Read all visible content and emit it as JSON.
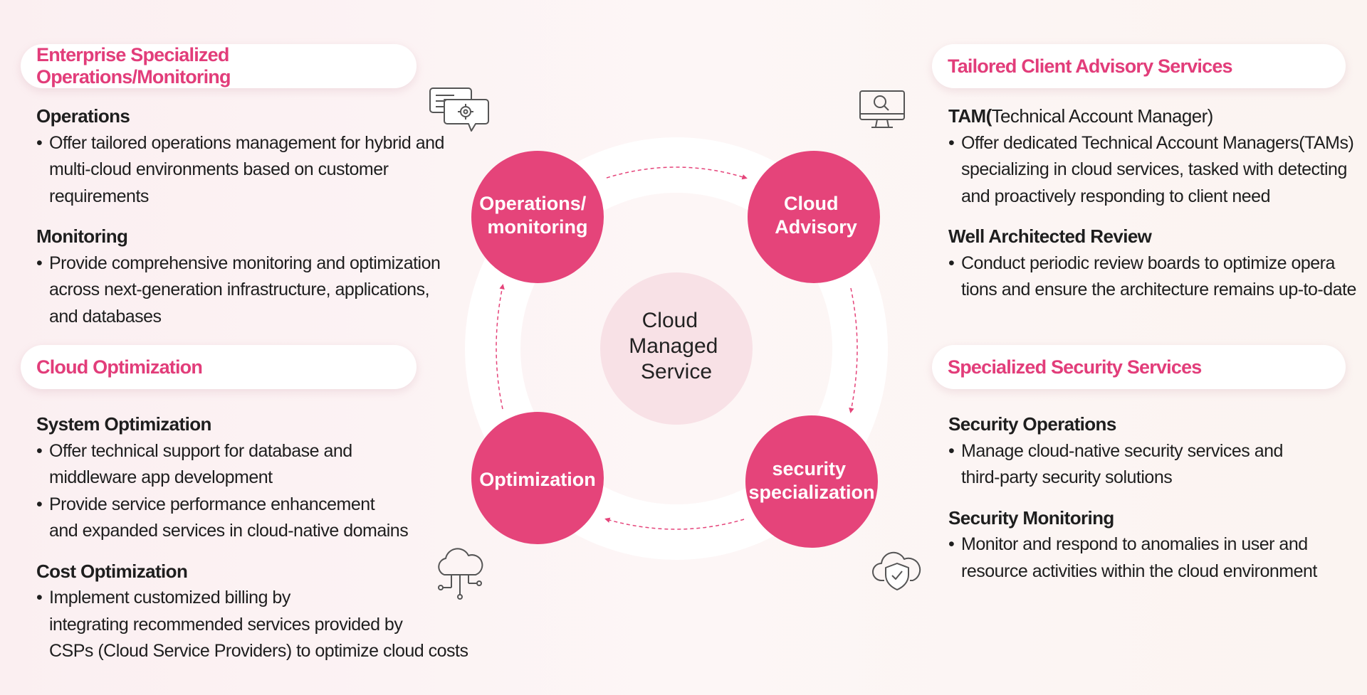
{
  "sections": {
    "enterprise": {
      "title": "Enterprise Specialized Operations/Monitoring",
      "items": [
        {
          "heading": "Operations",
          "bullets": [
            [
              "Offer tailored operations management for hybrid and",
              "multi-cloud environments based on customer",
              "requirements"
            ]
          ]
        },
        {
          "heading": "Monitoring",
          "bullets": [
            [
              "Provide comprehensive monitoring and optimization",
              "across next-generation infrastructure, applications,",
              "and databases"
            ]
          ]
        }
      ]
    },
    "optimization": {
      "title": "Cloud Optimization",
      "items": [
        {
          "heading": "System Optimization",
          "bullets": [
            [
              "Offer technical support for database and",
              "middleware app development"
            ],
            [
              "Provide service performance enhancement",
              "and expanded services in cloud-native domains"
            ]
          ]
        },
        {
          "heading": "Cost Optimization",
          "bullets": [
            [
              "Implement customized billing by",
              "integrating recommended services provided by",
              "CSPs (Cloud Service Providers) to optimize cloud costs"
            ]
          ]
        }
      ]
    },
    "advisory": {
      "title": "Tailored Client Advisory Services",
      "items": [
        {
          "heading": "TAM(",
          "heading_rest": "Technical Account Manager)",
          "bullets": [
            [
              "Offer dedicated Technical Account Managers(TAMs)",
              "specializing in cloud services, tasked with detecting",
              "and proactively responding to client need"
            ]
          ]
        },
        {
          "heading": "Well Architected Review",
          "bullets": [
            [
              "Conduct periodic review boards to optimize opera",
              "tions and ensure the architecture remains up-to-date"
            ]
          ]
        }
      ]
    },
    "security": {
      "title": "Specialized Security Services",
      "items": [
        {
          "heading": "Security Operations",
          "bullets": [
            [
              "Manage cloud-native security services and",
              "third-party security solutions"
            ]
          ]
        },
        {
          "heading": "Security Monitoring",
          "bullets": [
            [
              "Monitor and respond to anomalies in user and",
              "resource activities within the cloud environment"
            ]
          ]
        }
      ]
    }
  },
  "diagram": {
    "center": [
      "Cloud",
      "Managed",
      "Service"
    ],
    "nodes": {
      "operations": [
        "Operations/",
        "monitoring"
      ],
      "advisory": [
        "Cloud",
        "Advisory"
      ],
      "optimization": [
        "Optimization"
      ],
      "security": [
        "security",
        "specialization"
      ]
    }
  },
  "icons": {
    "operations": "chat-gear-icon",
    "advisory": "monitor-search-icon",
    "optimization": "cloud-network-icon",
    "security": "cloud-shield-icon"
  },
  "colors": {
    "accent": "#e23d7a",
    "node": "#e5447a",
    "center": "#f8e1e6",
    "ring": "#ffffff"
  }
}
